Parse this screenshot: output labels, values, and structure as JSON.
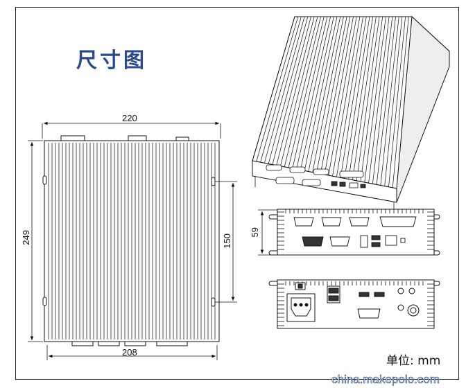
{
  "page": {
    "title": "尺寸图",
    "unit_label": "单位: mm",
    "watermark": "china.makepolo.com"
  },
  "dimensions": {
    "top_width": "220",
    "bottom_width": "208",
    "left_height": "249",
    "hole_spacing": "150",
    "front_height": "59"
  },
  "colors": {
    "title": "#2a4a8a",
    "line": "#111111",
    "fin_fill": "#f4f4f4"
  }
}
